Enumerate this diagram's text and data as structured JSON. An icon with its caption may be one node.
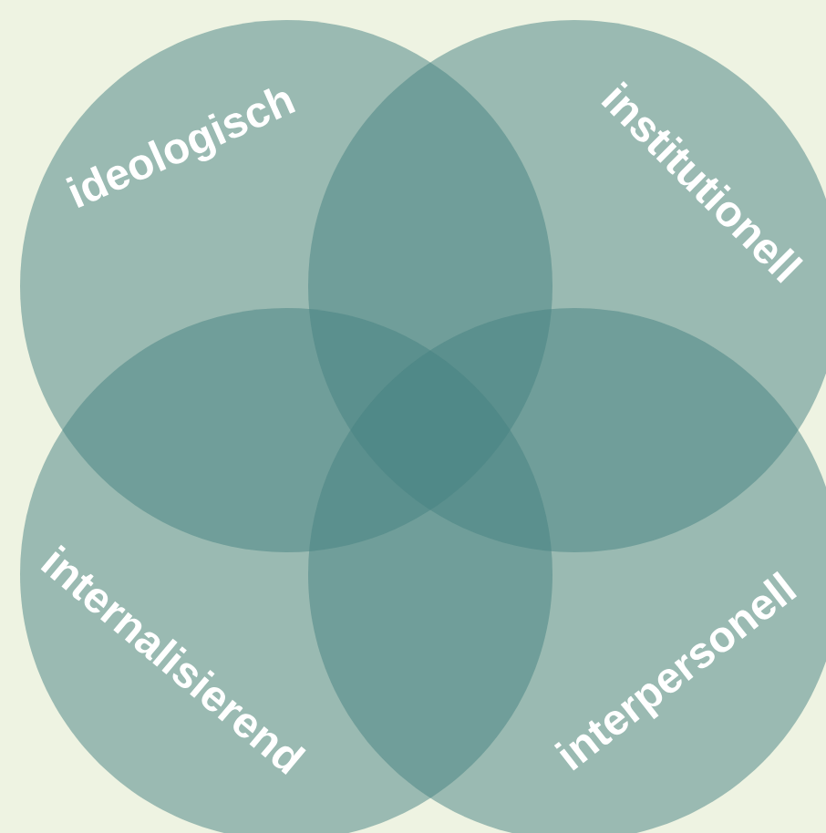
{
  "diagram": {
    "nodes": [
      {
        "text": [
          "ideologisch"
        ]
      },
      {
        "text": [
          "institutionell"
        ]
      },
      {
        "text": [
          "internalisierend"
        ]
      },
      {
        "text": [
          "interpersonell"
        ]
      }
    ]
  }
}
